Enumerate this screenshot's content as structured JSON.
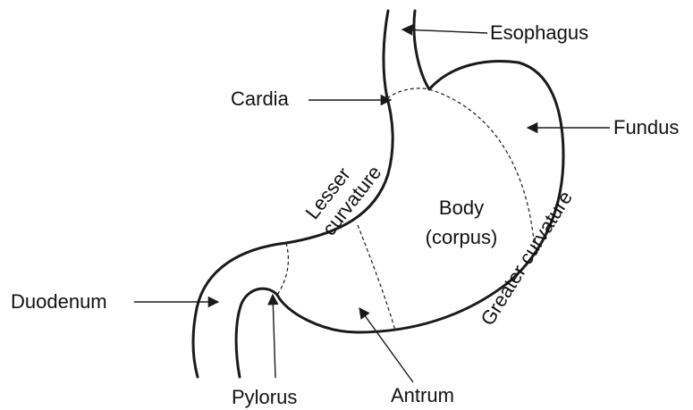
{
  "labels": {
    "esophagus": "Esophagus",
    "cardia": "Cardia",
    "fundus": "Fundus",
    "lesser_curvature_line1": "Lesser",
    "lesser_curvature_line2": "curvature",
    "body_line1": "Body",
    "body_line2": "(corpus)",
    "greater_curvature": "Greater curvature",
    "duodenum": "Duodenum",
    "pylorus": "Pylorus",
    "antrum": "Antrum"
  },
  "colors": {
    "outline": "#1a1a1a",
    "text": "#111111",
    "background": "#ffffff"
  }
}
